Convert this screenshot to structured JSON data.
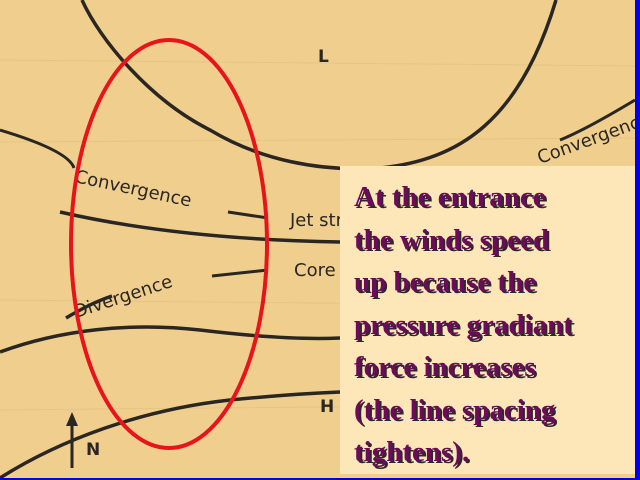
{
  "diagram": {
    "lows_label": "L",
    "highs_label": "H",
    "north_label": "N",
    "labels": {
      "convergence_left": "Convergence",
      "convergence_right": "Convergence",
      "divergence": "Divergence",
      "jet_stream": "Jet stream",
      "core": "Core"
    }
  },
  "callout": {
    "text": "At the entrance\nthe winds speed\nup because the\npressure gradiant\nforce increases\n(the line spacing\ntightens)."
  },
  "colors": {
    "slide_background": "#0000ee",
    "paper": "#f0cf8e",
    "callout_background": "#fde6b7",
    "callout_text": "#6b0b5a",
    "highlight_ellipse": "#e8141c",
    "ink": "#2a2622"
  }
}
